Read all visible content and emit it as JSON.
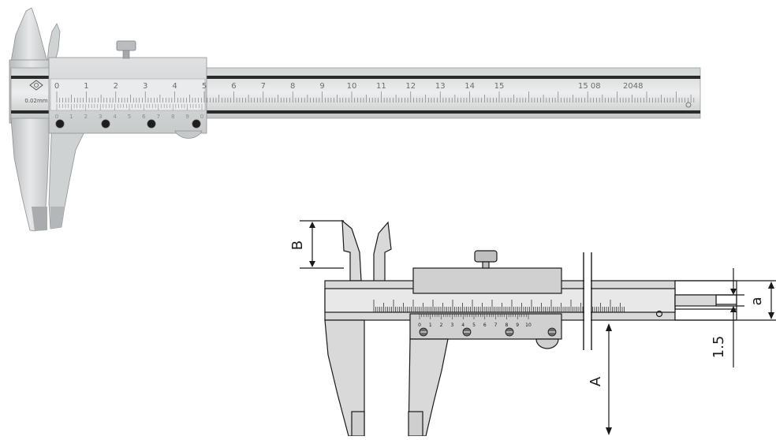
{
  "photo": {
    "main_scale_labels": [
      "0",
      "1",
      "2",
      "3",
      "4",
      "5",
      "6",
      "7",
      "8",
      "9",
      "10",
      "11",
      "12",
      "13",
      "14",
      "15"
    ],
    "vernier_labels": [
      "0",
      "1",
      "2",
      "3",
      "4",
      "5",
      "6",
      "7",
      "8",
      "9",
      "0"
    ],
    "brand_text": "0.02mm",
    "serial_text": "15 08",
    "model_text": "2048"
  },
  "drawing": {
    "vernier_labels": [
      "0",
      "1",
      "2",
      "3",
      "4",
      "5",
      "6",
      "7",
      "8",
      "9",
      "10"
    ],
    "dimension_B": "B",
    "dimension_A": "A",
    "dimension_a": "a",
    "dimension_1_5": "1.5"
  },
  "colors": {
    "metal_light": "#e3e5e6",
    "metal_mid": "#c9cccd",
    "metal_dark": "#9fa3a5",
    "line_dark": "#1a1a1a",
    "drawing_fill": "#d9d9d9",
    "drawing_fill_dark": "#c4c4c4"
  }
}
